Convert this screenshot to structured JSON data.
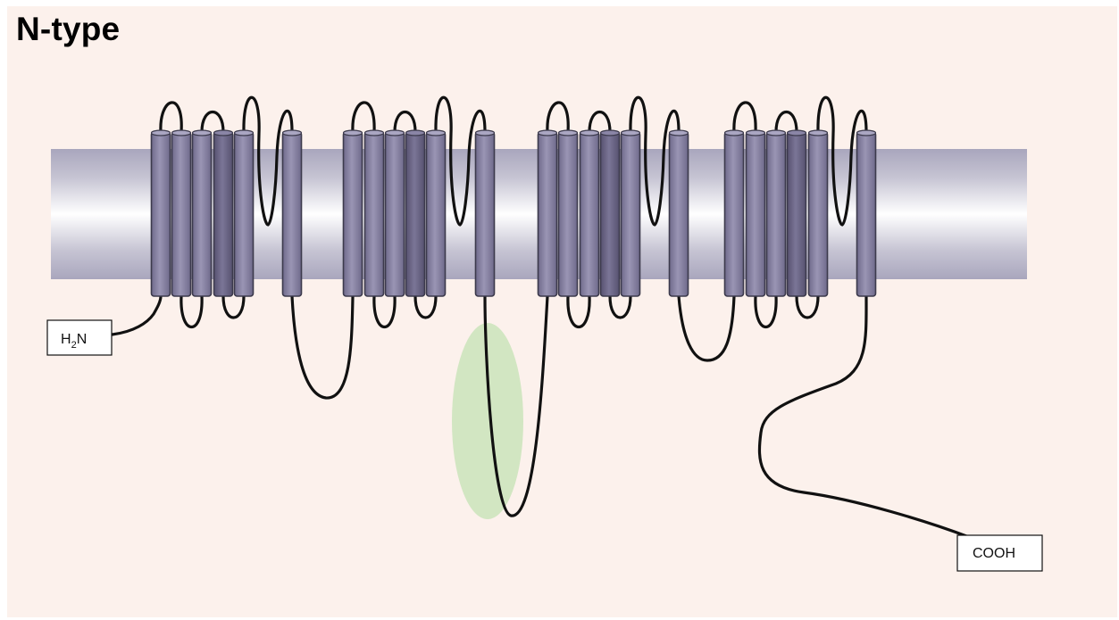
{
  "title": "N-type",
  "labels": {
    "n_terminus": "H",
    "n_terminus_sub": "2",
    "n_terminus_tail": "N",
    "c_terminus": "COOH"
  },
  "colors": {
    "background": "#fcf1ec",
    "membrane_edge": "#a9a6bd",
    "membrane_center": "#ffffff",
    "helix": "#8c87a8",
    "helix_dark": "#6d6888",
    "helix_stroke": "#3c3a4c",
    "chain": "#111111",
    "highlight": "#b5e0a6"
  }
}
